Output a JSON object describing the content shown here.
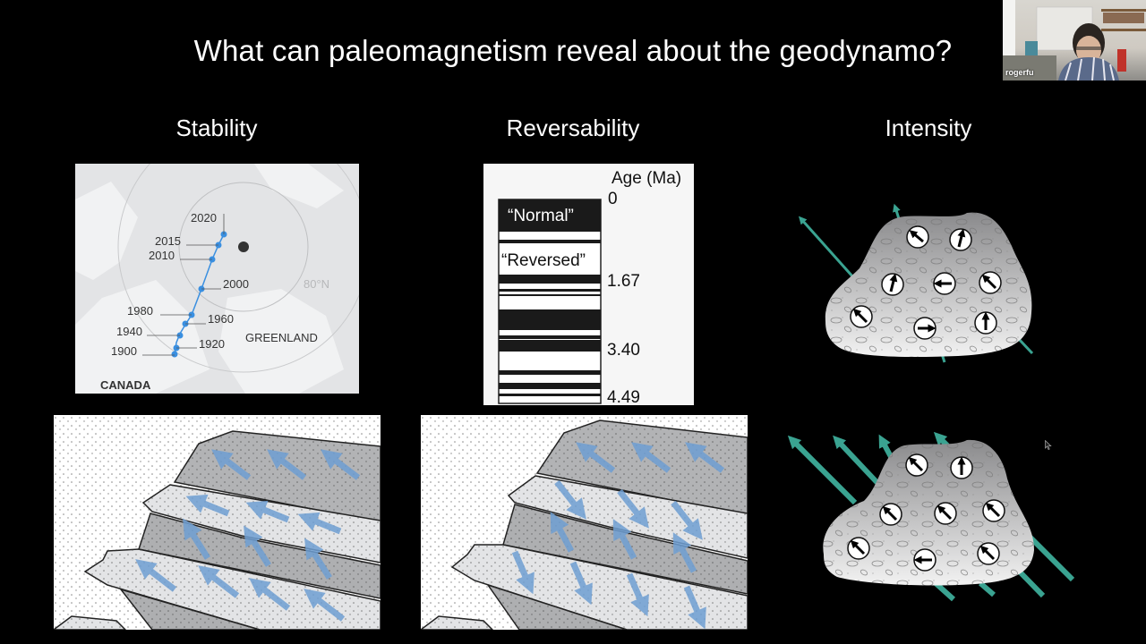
{
  "slide": {
    "title": "What can paleomagnetism reveal about the geodynamo?",
    "columns": [
      {
        "heading": "Stability"
      },
      {
        "heading": "Reversability"
      },
      {
        "heading": "Intensity"
      }
    ]
  },
  "map": {
    "labels": {
      "canada": "CANADA",
      "greenland": "GREENLAND",
      "latitude": "80°N"
    },
    "years": [
      "1900",
      "1920",
      "1940",
      "1960",
      "1980",
      "2000",
      "2010",
      "2015",
      "2020"
    ],
    "track_color": "#3a8fe0"
  },
  "chronology": {
    "axis_label": "Age (Ma)",
    "ticks": [
      "0",
      "1.67",
      "3.40",
      "4.49"
    ],
    "normal_label": "“Normal”",
    "reversed_label": "“Reversed”"
  },
  "intensity": {
    "field_color": "#3aa391"
  },
  "video": {
    "participant_name": "rogerfu"
  }
}
